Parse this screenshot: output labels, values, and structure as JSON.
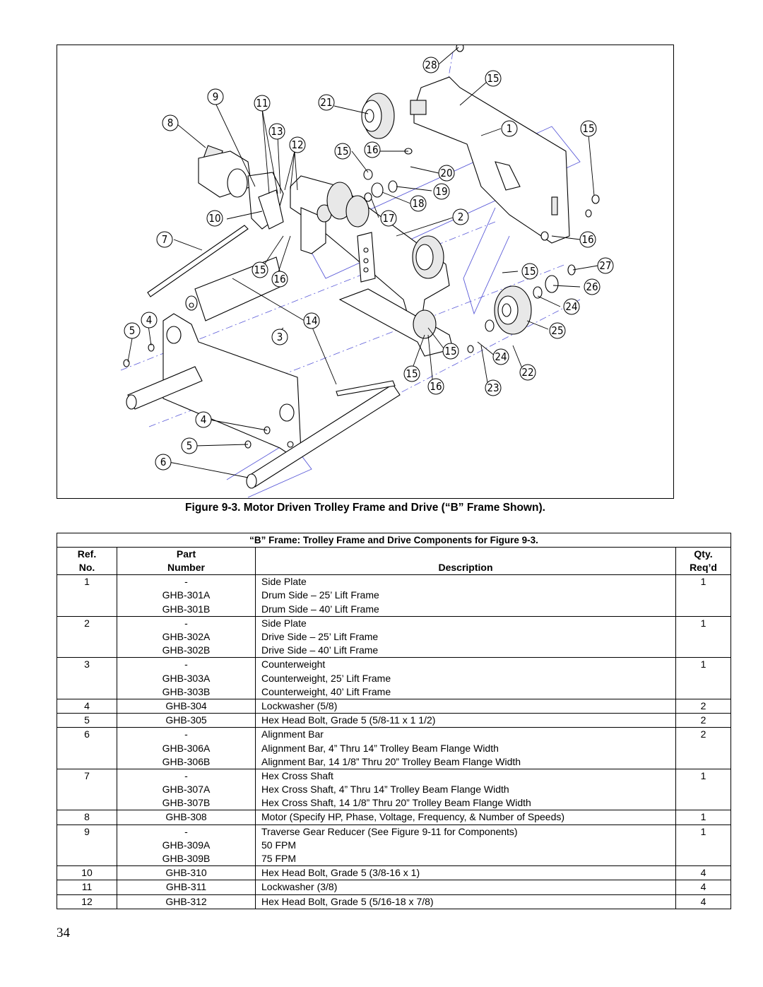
{
  "figure": {
    "caption": "Figure 9-3. Motor Driven Trolley Frame and Drive (“B” Frame Shown).",
    "callouts": [
      "28",
      "15",
      "9",
      "11",
      "21",
      "8",
      "13",
      "12",
      "1",
      "15",
      "15",
      "16",
      "20",
      "19",
      "18",
      "10",
      "17",
      "2",
      "7",
      "16",
      "15",
      "16",
      "27",
      "15",
      "26",
      "24",
      "14",
      "4",
      "5",
      "3",
      "25",
      "15",
      "24",
      "22",
      "15",
      "16",
      "23",
      "4",
      "5",
      "6"
    ]
  },
  "table": {
    "title": "“B” Frame: Trolley Frame and Drive Components for Figure 9-3.",
    "headers": {
      "ref_line1": "Ref.",
      "ref_line2": "No.",
      "part_line1": "Part",
      "part_line2": "Number",
      "description": "Description",
      "qty_line1": "Qty.",
      "qty_line2": "Req’d"
    },
    "rows": [
      {
        "ref": "1",
        "part": "-",
        "desc": "Side Plate",
        "qty": "1",
        "start": true
      },
      {
        "ref": "",
        "part": "GHB-301A",
        "desc": "Drum Side – 25’ Lift Frame",
        "qty": "",
        "start": false
      },
      {
        "ref": "",
        "part": "GHB-301B",
        "desc": "Drum Side – 40’ Lift Frame",
        "qty": "",
        "start": false
      },
      {
        "ref": "2",
        "part": "-",
        "desc": "Side Plate",
        "qty": "1",
        "start": true
      },
      {
        "ref": "",
        "part": "GHB-302A",
        "desc": "Drive Side – 25’ Lift Frame",
        "qty": "",
        "start": false
      },
      {
        "ref": "",
        "part": "GHB-302B",
        "desc": "Drive Side – 40’ Lift Frame",
        "qty": "",
        "start": false
      },
      {
        "ref": "3",
        "part": "-",
        "desc": "Counterweight",
        "qty": "1",
        "start": true
      },
      {
        "ref": "",
        "part": "GHB-303A",
        "desc": "Counterweight, 25’ Lift Frame",
        "qty": "",
        "start": false
      },
      {
        "ref": "",
        "part": "GHB-303B",
        "desc": "Counterweight, 40’ Lift Frame",
        "qty": "",
        "start": false
      },
      {
        "ref": "4",
        "part": "GHB-304",
        "desc": "Lockwasher (5/8)",
        "qty": "2",
        "start": true
      },
      {
        "ref": "5",
        "part": "GHB-305",
        "desc": "Hex Head Bolt, Grade 5 (5/8-11 x 1 1/2)",
        "qty": "2",
        "start": true
      },
      {
        "ref": "6",
        "part": "-",
        "desc": "Alignment Bar",
        "qty": "2",
        "start": true
      },
      {
        "ref": "",
        "part": "GHB-306A",
        "desc": "Alignment Bar, 4” Thru 14” Trolley Beam Flange Width",
        "qty": "",
        "start": false
      },
      {
        "ref": "",
        "part": "GHB-306B",
        "desc": "Alignment Bar, 14 1/8” Thru 20” Trolley Beam Flange Width",
        "qty": "",
        "start": false
      },
      {
        "ref": "7",
        "part": "-",
        "desc": "Hex Cross Shaft",
        "qty": "1",
        "start": true
      },
      {
        "ref": "",
        "part": "GHB-307A",
        "desc": "Hex Cross Shaft, 4” Thru 14” Trolley Beam Flange Width",
        "qty": "",
        "start": false
      },
      {
        "ref": "",
        "part": "GHB-307B",
        "desc": "Hex Cross Shaft, 14 1/8” Thru 20” Trolley Beam Flange Width",
        "qty": "",
        "start": false
      },
      {
        "ref": "8",
        "part": "GHB-308",
        "desc": "Motor (Specify HP, Phase, Voltage, Frequency, & Number of Speeds)",
        "qty": "1",
        "start": true
      },
      {
        "ref": "9",
        "part": "-",
        "desc": "Traverse Gear Reducer (See Figure 9-11 for Components)",
        "qty": "1",
        "start": true
      },
      {
        "ref": "",
        "part": "GHB-309A",
        "desc": "50 FPM",
        "qty": "",
        "start": false
      },
      {
        "ref": "",
        "part": "GHB-309B",
        "desc": "75 FPM",
        "qty": "",
        "start": false
      },
      {
        "ref": "10",
        "part": "GHB-310",
        "desc": "Hex Head Bolt, Grade 5 (3/8-16 x 1)",
        "qty": "4",
        "start": true
      },
      {
        "ref": "11",
        "part": "GHB-311",
        "desc": "Lockwasher (3/8)",
        "qty": "4",
        "start": true
      },
      {
        "ref": "12",
        "part": "GHB-312",
        "desc": "Hex Head Bolt, Grade 5 (5/16-18 x 7/8)",
        "qty": "4",
        "start": true
      }
    ]
  },
  "page_number": "34"
}
